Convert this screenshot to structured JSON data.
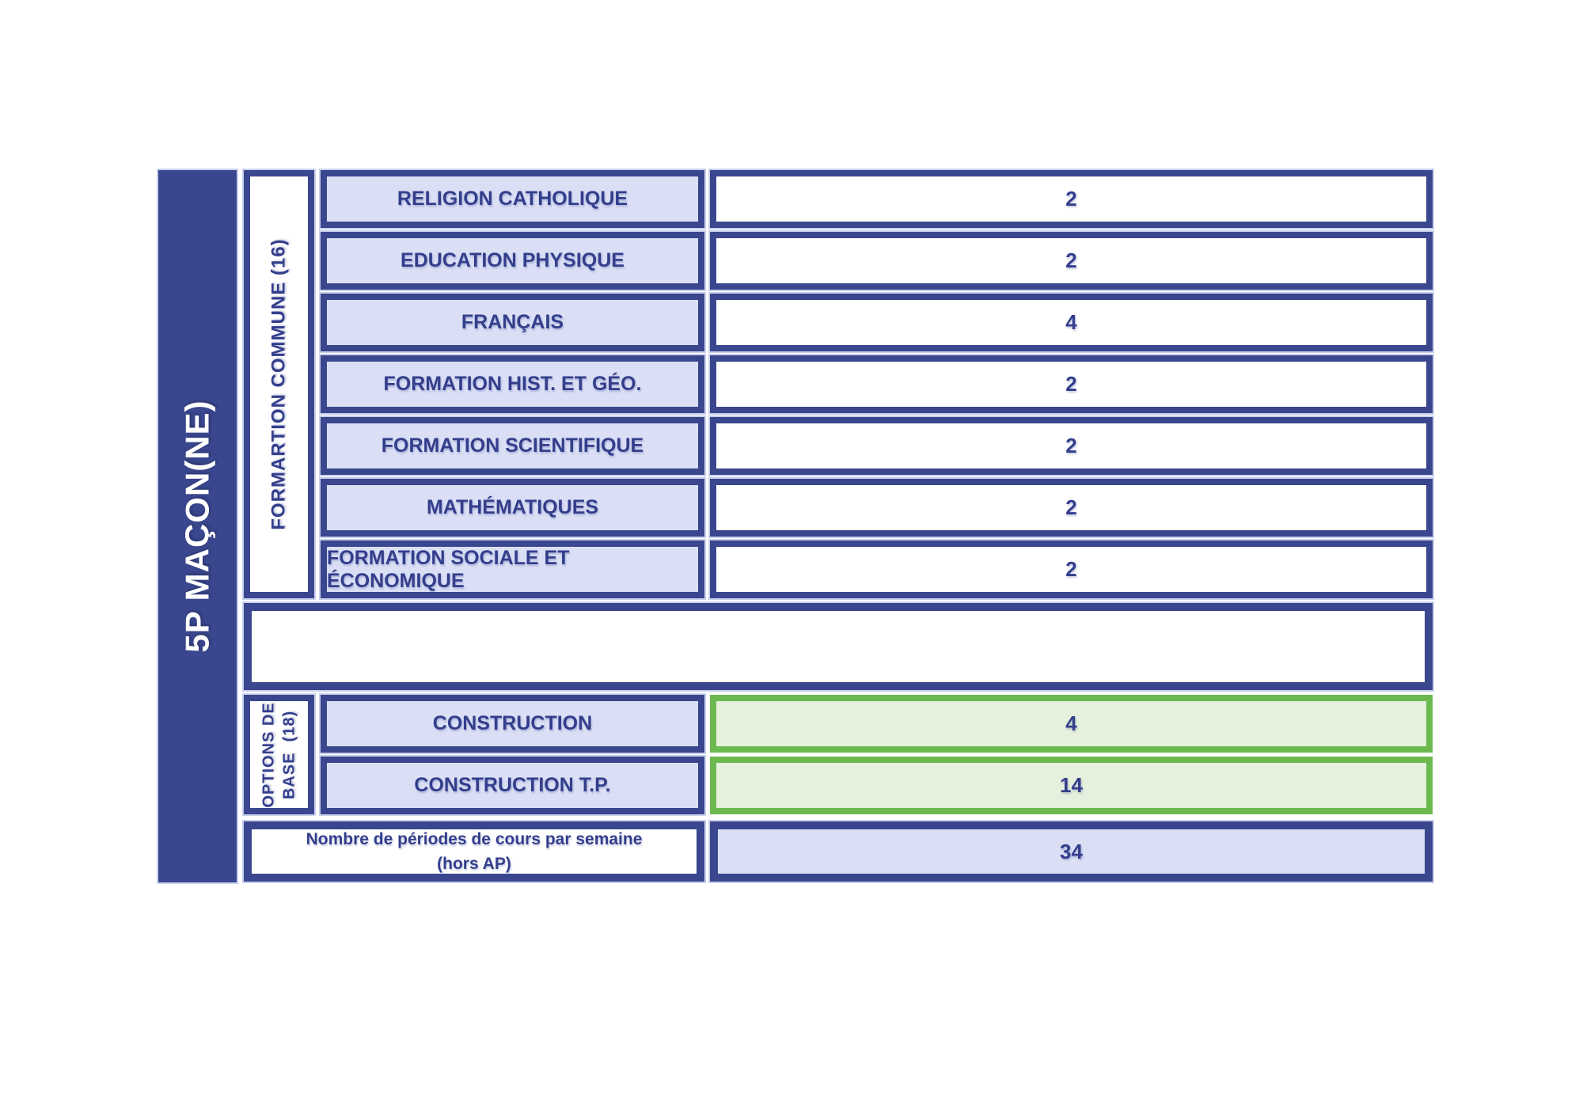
{
  "colors": {
    "ink": "#3A478E",
    "text": "#333E8C",
    "halo": "#C9D0EC",
    "lavender": "#DADFF5",
    "green_border": "#6CBA4F",
    "green_fill": "#E5F1DC",
    "white": "#FFFFFF"
  },
  "program": {
    "title": "5P MAÇON(NE)"
  },
  "groups": {
    "formation_commune": {
      "label": "FORMARTION COMMUNE (16)"
    },
    "options_de_base": {
      "label": "OPTIONS DE\nBASE  (18)"
    }
  },
  "common_rows": [
    {
      "label": "RELIGION CATHOLIQUE",
      "value": "2"
    },
    {
      "label": "EDUCATION PHYSIQUE",
      "value": "2"
    },
    {
      "label": "FRANÇAIS",
      "value": "4"
    },
    {
      "label": "FORMATION HIST. ET GÉO.",
      "value": "2"
    },
    {
      "label": "FORMATION SCIENTIFIQUE",
      "value": "2"
    },
    {
      "label": "MATHÉMATIQUES",
      "value": "2"
    },
    {
      "label": "FORMATION SOCIALE ET ÉCONOMIQUE",
      "value": "2"
    }
  ],
  "option_rows": [
    {
      "label": "CONSTRUCTION",
      "value": "4"
    },
    {
      "label": "CONSTRUCTION T.P.",
      "value": "14"
    }
  ],
  "total_row": {
    "label": "Nombre de périodes de cours par semaine\n(hors AP)",
    "value": "34"
  }
}
